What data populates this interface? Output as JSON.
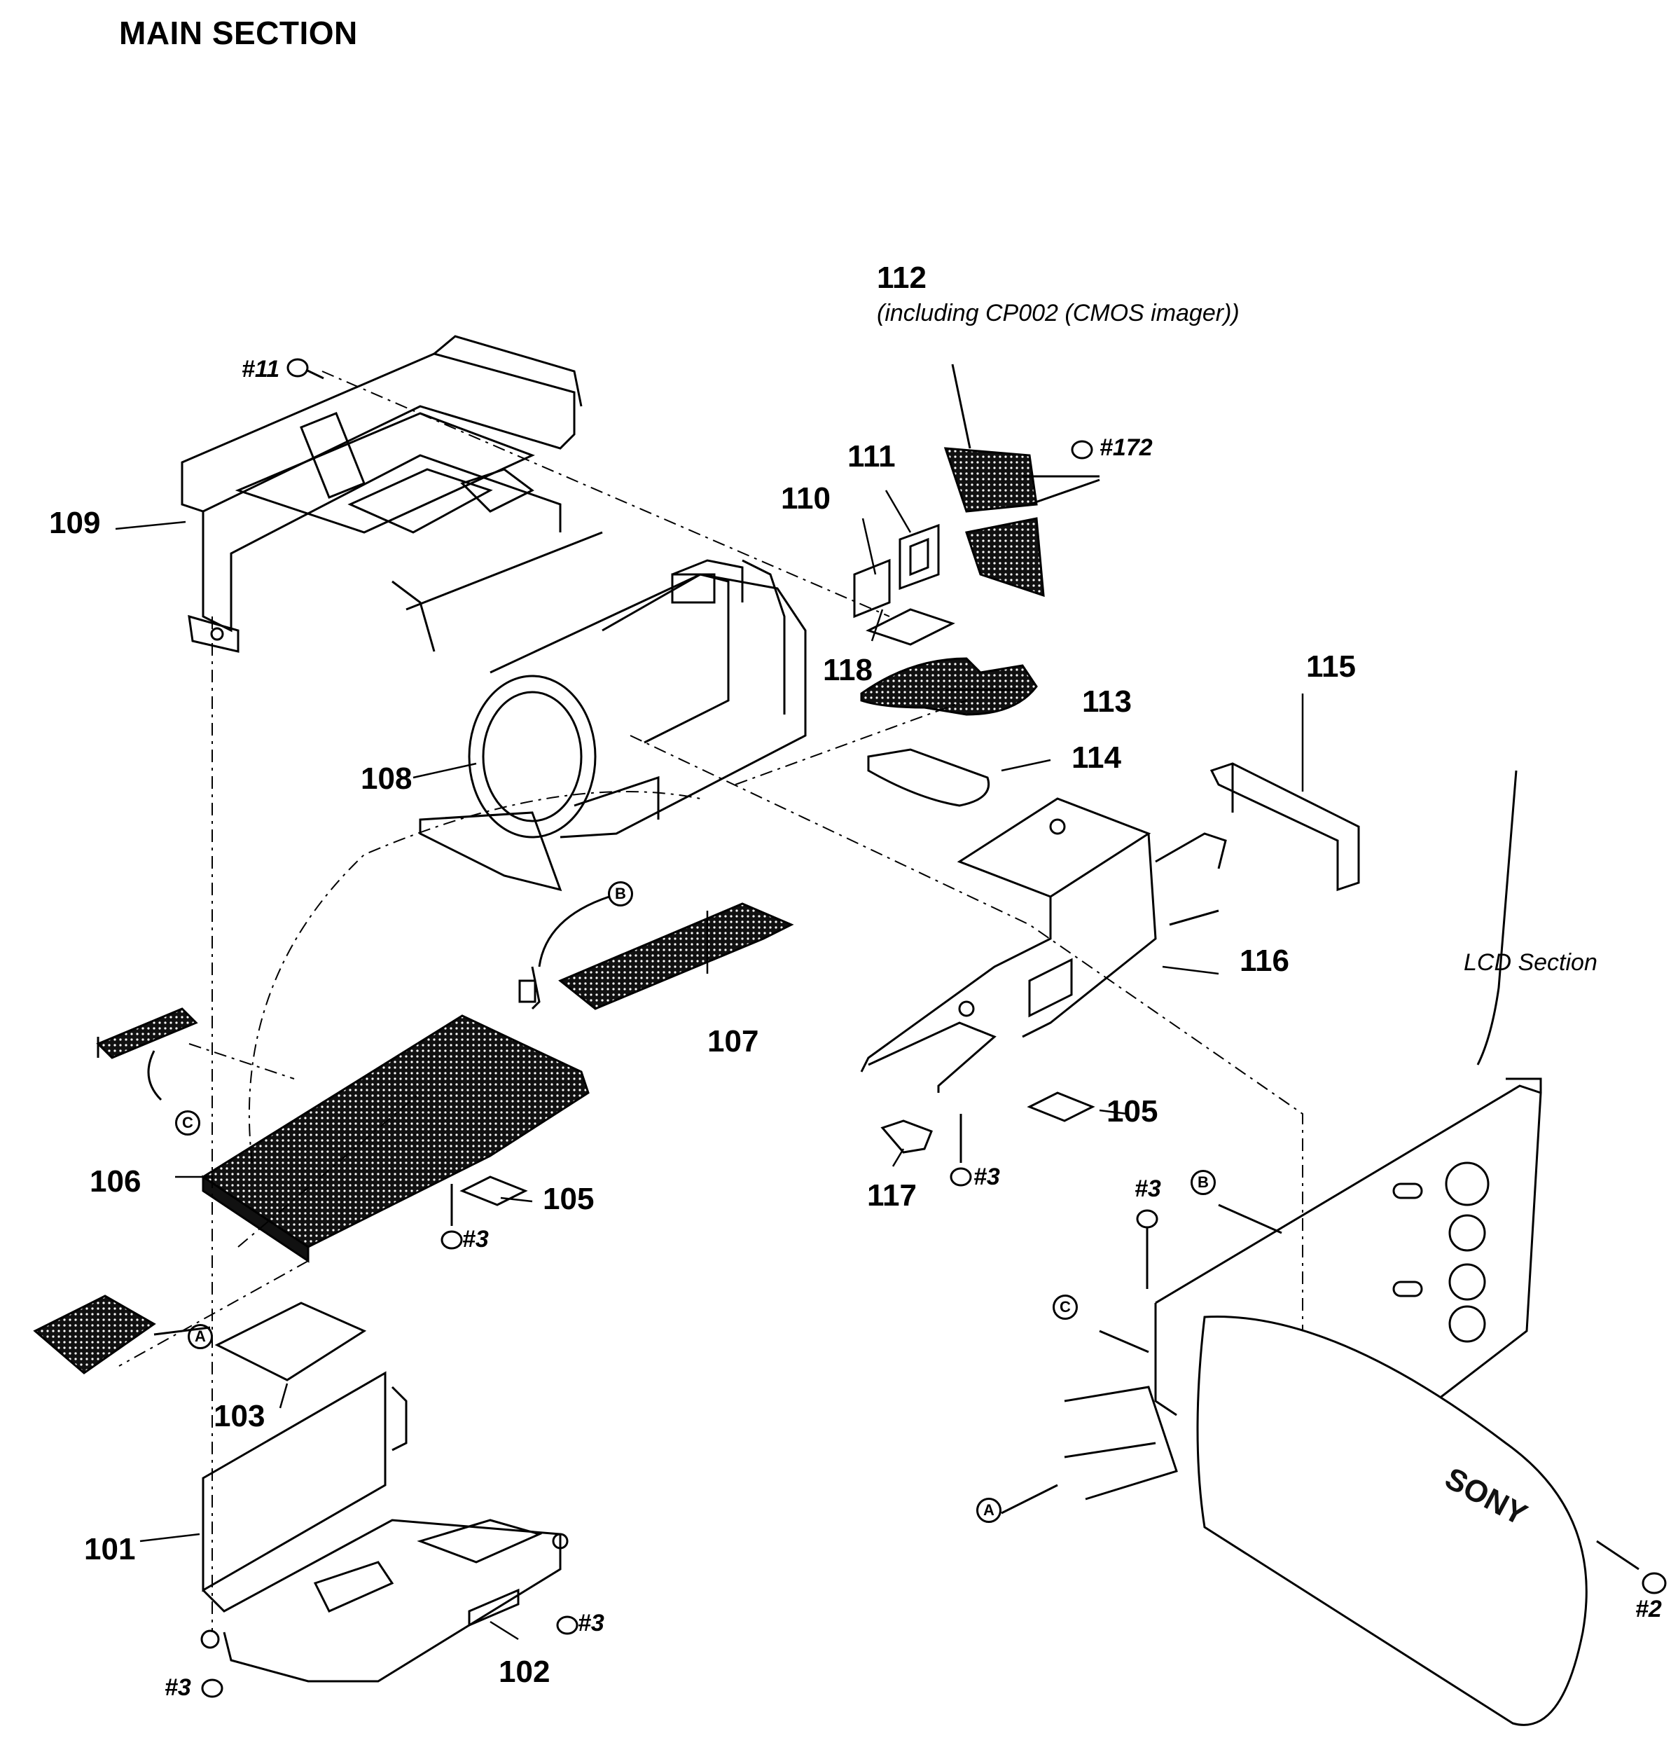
{
  "title": "MAIN SECTION",
  "parts": {
    "p101": "101",
    "p102": "102",
    "p103": "103",
    "p105a": "105",
    "p105b": "105",
    "p106": "106",
    "p107": "107",
    "p108": "108",
    "p109": "109",
    "p110": "110",
    "p111": "111",
    "p112": "112",
    "p113": "113",
    "p114": "114",
    "p115": "115",
    "p116": "116",
    "p117": "117",
    "p118": "118"
  },
  "note_112": "(including CP002 (CMOS imager))",
  "screws": {
    "s11": "#11",
    "s172": "#172",
    "s3a": "#3",
    "s3b": "#3",
    "s3c": "#3",
    "s3d": "#3",
    "s3e": "#3",
    "s2": "#2"
  },
  "lcd_section": "LCD Section",
  "connectors": {
    "a1": "A",
    "a2": "A",
    "b1": "B",
    "b2": "B",
    "c1": "C",
    "c2": "C"
  },
  "brand_mark": "SONY"
}
